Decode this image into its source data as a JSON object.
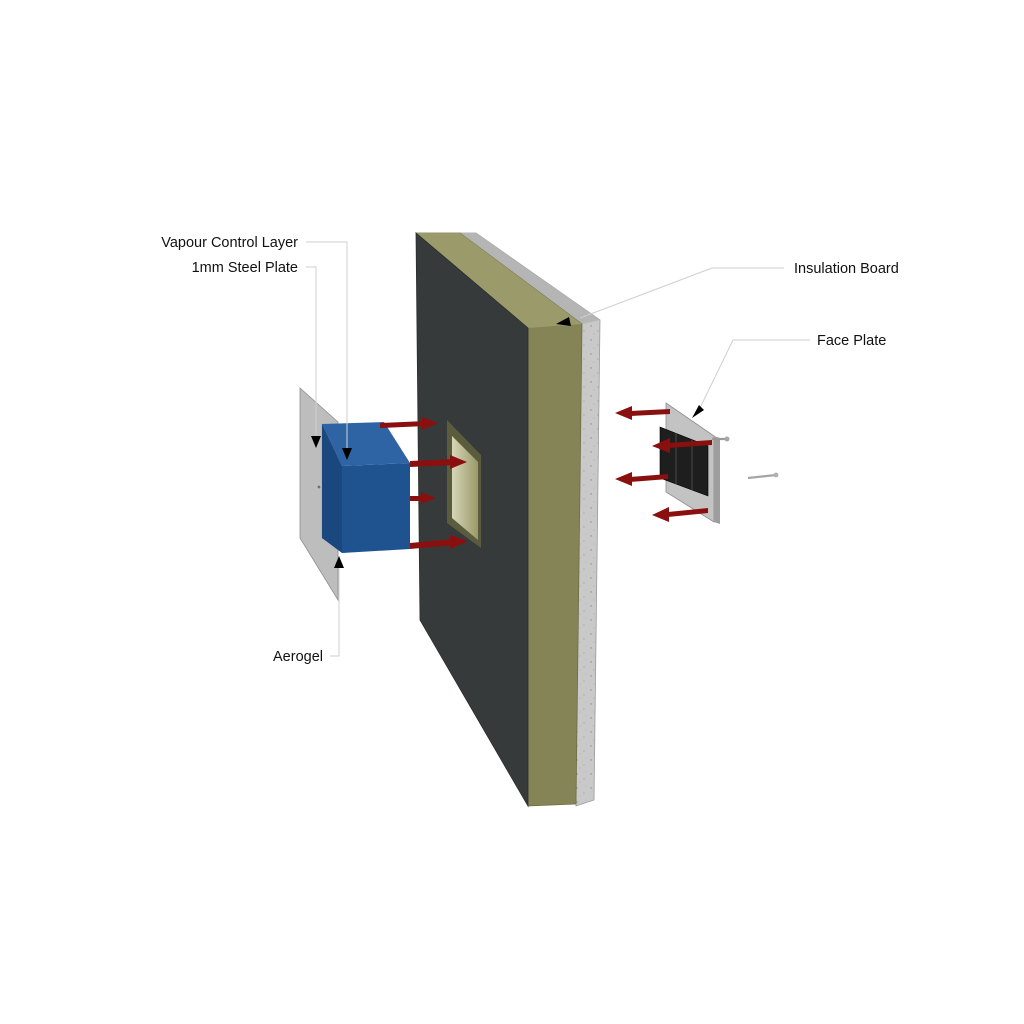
{
  "labels": {
    "vapour_control_layer": "Vapour Control Layer",
    "steel_plate": "1mm Steel Plate",
    "aerogel": "Aerogel",
    "insulation_board": "Insulation Board",
    "face_plate": "Face Plate"
  },
  "colors": {
    "wall_face": "#363a3a",
    "insulation": "#848457",
    "concrete": "#c9c9c9",
    "aerogel_block": "#1f5390",
    "steel_plate": "#bdbdbd",
    "arrow": "#8a0f0f",
    "leader_line": "#cfcfcf"
  }
}
